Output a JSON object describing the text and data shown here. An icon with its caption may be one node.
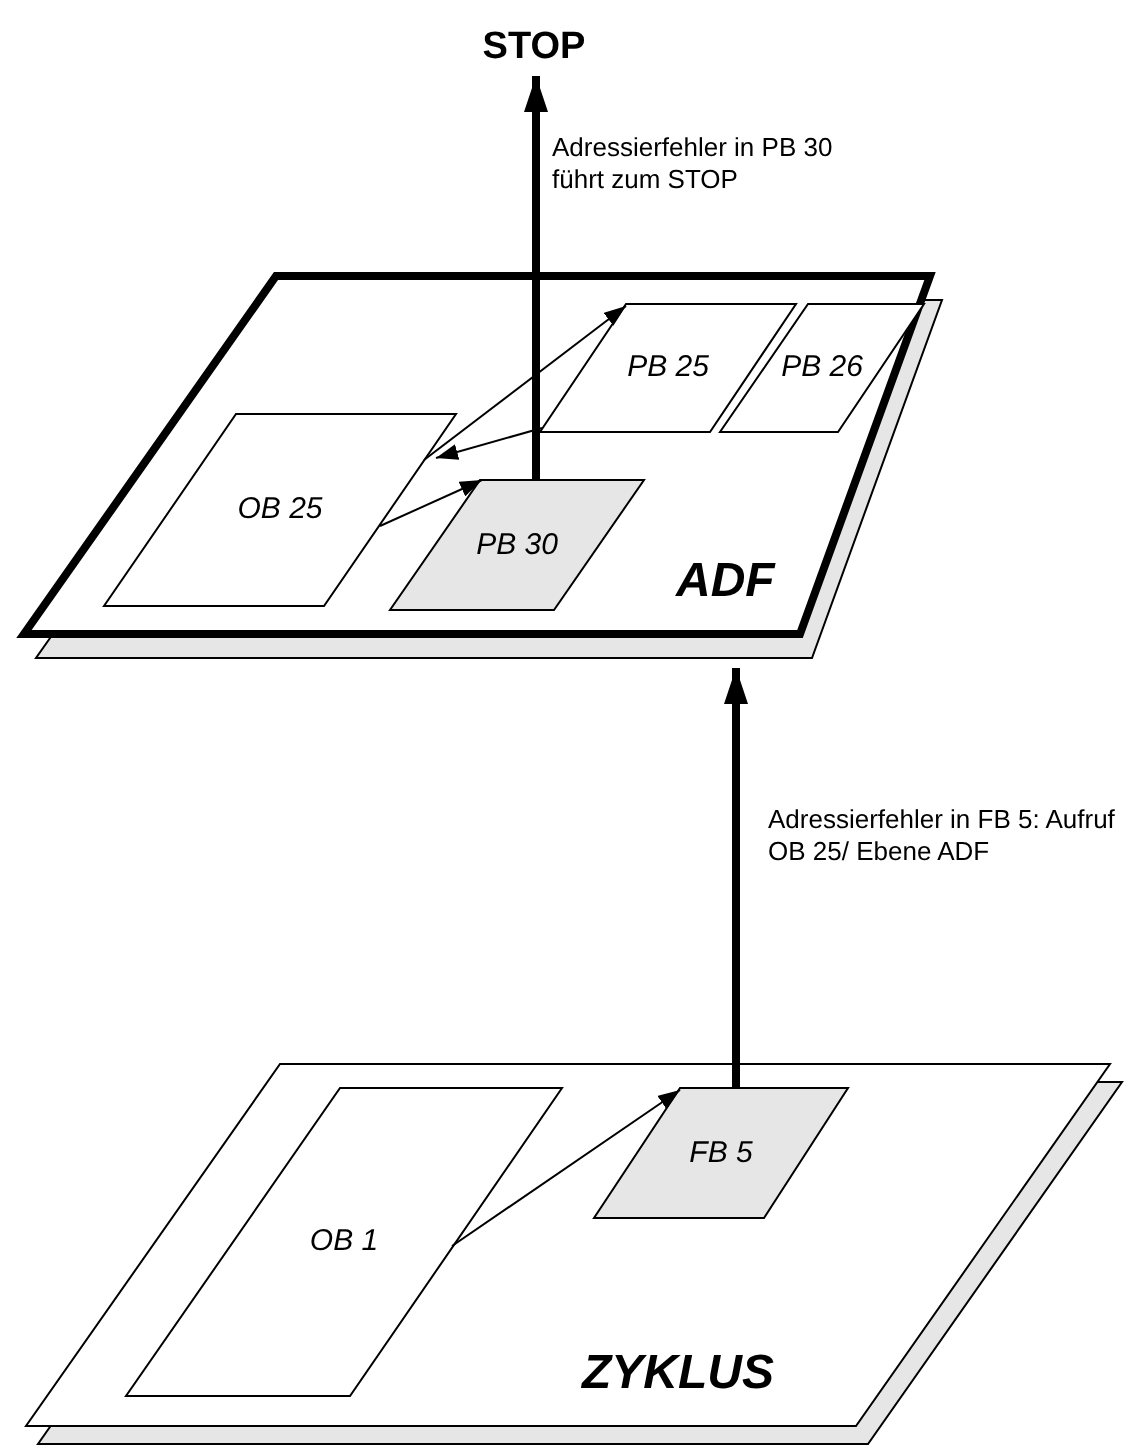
{
  "diagram": {
    "nodes": [
      {
        "text": [
          "STOP"
        ]
      },
      {
        "text": [
          "ADF"
        ]
      },
      {
        "text": [
          "PB 25"
        ],
        "in": 1
      },
      {
        "text": [
          "PB 26"
        ],
        "in": 1
      },
      {
        "text": [
          "OB 25"
        ],
        "in": 1
      },
      {
        "text": [
          "PB 30"
        ],
        "in": 1
      },
      {
        "text": [
          "ZYKLUS"
        ]
      },
      {
        "text": [
          "OB 1"
        ],
        "in": 6
      },
      {
        "text": [
          "FB 5"
        ],
        "in": 6
      }
    ],
    "edges": [
      {
        "from": 5,
        "to": 0,
        "arrow": "to",
        "style": "thick",
        "label": "Adressierfehler in PB 30 führt zum STOP"
      },
      {
        "from": 4,
        "to": 5,
        "arrow": "to"
      },
      {
        "from": 4,
        "to": 2,
        "arrow": "to"
      },
      {
        "from": 2,
        "to": 4,
        "arrow": "to"
      },
      {
        "from": 8,
        "to": 1,
        "arrow": "to",
        "style": "thick",
        "label": "Adressierfehler in FB 5: Aufruf OB 25/ Ebene ADF"
      },
      {
        "from": 7,
        "to": 8,
        "arrow": "to"
      }
    ]
  }
}
